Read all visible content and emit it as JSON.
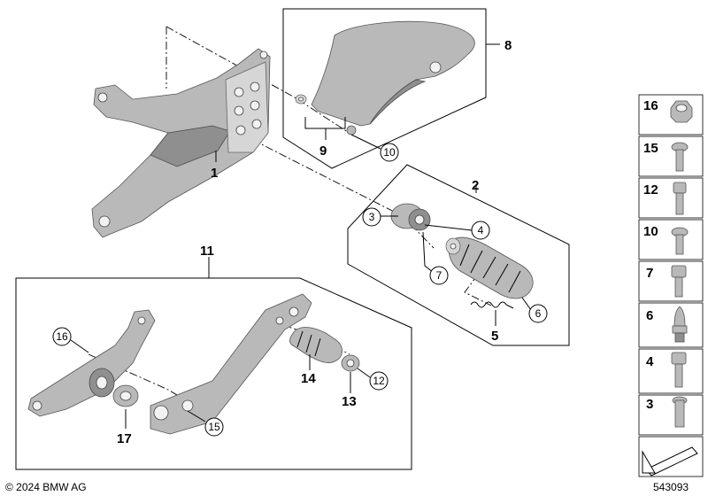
{
  "labels": {
    "l1": "1",
    "l2": "2",
    "l3": "3",
    "l4": "4",
    "l5": "5",
    "l6": "6",
    "l7": "7",
    "l8": "8",
    "l9": "9",
    "l10": "10",
    "l11": "11",
    "l12": "12",
    "l13": "13",
    "l14": "14",
    "l15": "15",
    "l16": "16",
    "l17": "17"
  },
  "sidebar": [
    "16",
    "15",
    "12",
    "10",
    "7",
    "6",
    "4",
    "3"
  ],
  "footer": {
    "copyright": "© 2024 BMW AG",
    "diagram_number": "543093"
  },
  "colors": {
    "part_fill": "#b9b9b9",
    "part_dark": "#8f8f8f",
    "line": "#000000"
  }
}
